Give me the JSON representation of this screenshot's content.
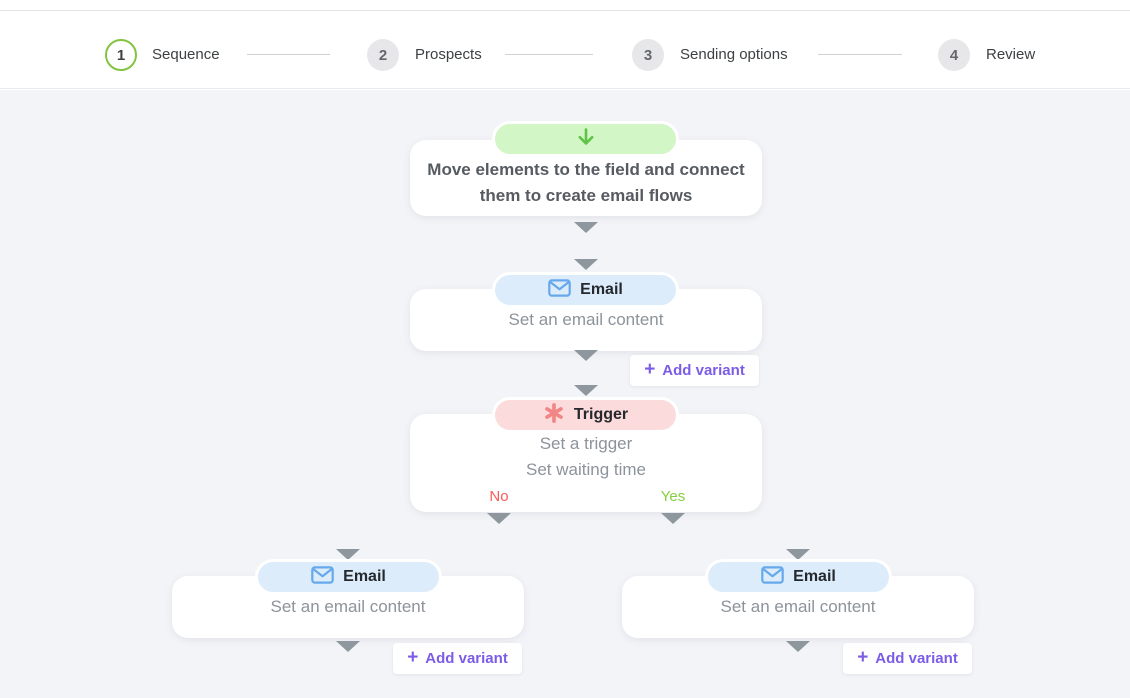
{
  "stepper": {
    "steps": [
      {
        "number": "1",
        "label": "Sequence",
        "state": "active"
      },
      {
        "number": "2",
        "label": "Prospects",
        "state": "inactive"
      },
      {
        "number": "3",
        "label": "Sending options",
        "state": "inactive"
      },
      {
        "number": "4",
        "label": "Review",
        "state": "inactive"
      }
    ]
  },
  "canvas": {
    "hint_card": {
      "line1": "Move elements to the field and connect",
      "line2": "them to create email flows"
    },
    "email_node": {
      "label": "Email",
      "placeholder": "Set an email content"
    },
    "trigger_node": {
      "label": "Trigger",
      "placeholder1": "Set a trigger",
      "placeholder2": "Set waiting time",
      "branch_no": "No",
      "branch_yes": "Yes"
    },
    "add_variant_button": {
      "plus": "+",
      "label": "Add variant"
    }
  },
  "icons": {
    "down_arrow": "green downward arrow",
    "email": "blue envelope",
    "trigger": "red asterisk",
    "plus": "purple plus sign",
    "connector": "gray down triangle"
  },
  "colors": {
    "canvas_bg": "#f3f4f8",
    "step_active_border": "#82c341",
    "step_inactive_bg": "#e7e7ea",
    "pill_green": "#d2f6c5",
    "arrow_green": "#5ec447",
    "pill_blue": "#dcecfb",
    "email_icon_blue": "#66a9eb",
    "pill_pink": "#fbdbdc",
    "trigger_icon_red": "#f28585",
    "branch_no_red": "#fa5b5b",
    "branch_yes_green": "#85cf3c",
    "add_variant_purple": "#7c5ce6",
    "connector_gray": "#8f979e"
  }
}
